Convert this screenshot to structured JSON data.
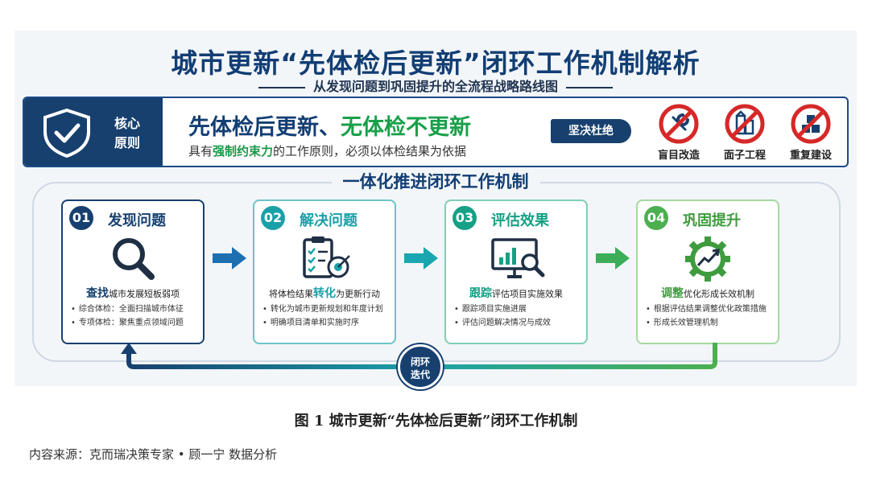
{
  "title": "城市更新“先体检后更新”闭环工作机制解析",
  "subtitle": "从发现问题到巩固提升的全流程战略路线图",
  "core": {
    "label_line1": "核心",
    "label_line2": "原则",
    "principle_part1": "先体检后更新、",
    "principle_part2": "无体检不更新",
    "desc_pre": "具有",
    "desc_em": "强制约束力",
    "desc_post": "的工作原则，必须以体检结果为依据",
    "banned_tag": "坚决杜绝",
    "banned": [
      {
        "label": "盲目改造",
        "icon": "wrench-icon"
      },
      {
        "label": "面子工程",
        "icon": "building-icon"
      },
      {
        "label": "重复建设",
        "icon": "blocks-icon"
      }
    ]
  },
  "loop_title": "一体化推进闭环工作机制",
  "steps": [
    {
      "num": "01",
      "title": "发现问题",
      "color": "#17406f",
      "icon": "magnifier-icon",
      "kw": "查找",
      "head_rest": "城市发展短板弱项",
      "bullets": [
        "综合体检：全面扫描城市体征",
        "专项体检：聚焦重点领域问题"
      ]
    },
    {
      "num": "02",
      "title": "解决问题",
      "color": "#1aa0a8",
      "icon": "clipboard-target-icon",
      "kw": "转化",
      "head_pre": "将体检结果",
      "head_rest": "为更新行动",
      "bullets": [
        "转化为城市更新规划和年度计划",
        "明确项目清单和实施时序"
      ]
    },
    {
      "num": "03",
      "title": "评估效果",
      "color": "#16a085",
      "icon": "monitor-chart-icon",
      "kw": "跟踪",
      "head_rest": "评估项目实施效果",
      "bullets": [
        "跟踪项目实施进展",
        "评估问题解决情况与成效"
      ]
    },
    {
      "num": "04",
      "title": "巩固提升",
      "color": "#4caf50",
      "icon": "gear-growth-icon",
      "kw": "调整",
      "head_rest": "优化形成长效机制",
      "bullets": [
        "根据评估结果调整优化政策措施",
        "形成长效管理机制"
      ]
    }
  ],
  "iteration_line1": "闭环",
  "iteration_line2": "迭代",
  "caption": "图 1 城市更新“先体检后更新”闭环工作机制",
  "source": "内容来源：克而瑞决策专家 • 顾一宁  数据分析"
}
